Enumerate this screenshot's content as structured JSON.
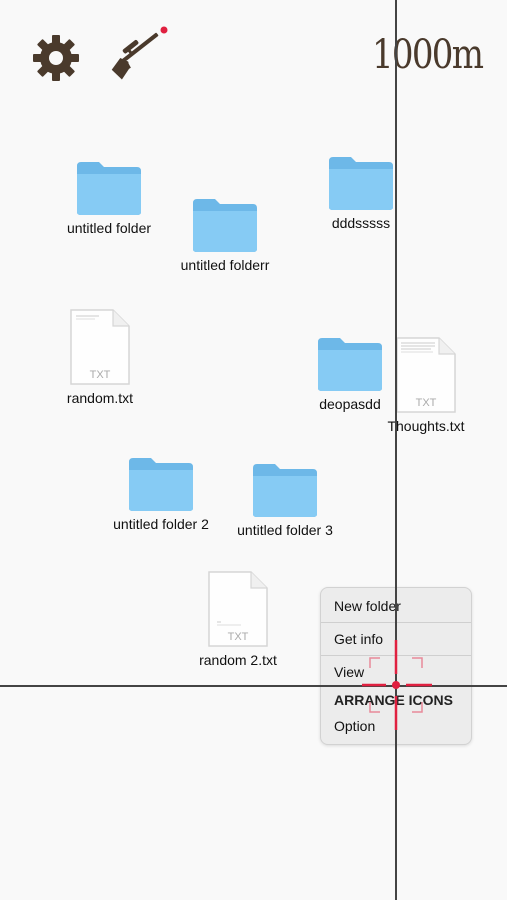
{
  "hud": {
    "settings_icon": "gear-icon",
    "weapon_icon": "rifle-icon",
    "distance": "1000m",
    "accent_color": "#e02040",
    "hud_color": "#4a3a2c"
  },
  "desktop": {
    "folders": [
      {
        "label": "untitled folder"
      },
      {
        "label": "untitled folderr"
      },
      {
        "label": "dddsssss"
      },
      {
        "label": "deopasdd"
      },
      {
        "label": "untitled folder 2"
      },
      {
        "label": "untitled folder 3"
      }
    ],
    "files": [
      {
        "label": "random.txt",
        "type": "TXT"
      },
      {
        "label": "Thoughts.txt",
        "type": "TXT"
      },
      {
        "label": "random 2.txt",
        "type": "TXT"
      }
    ],
    "folder_color": "#7fc6f2"
  },
  "context_menu": {
    "items": [
      "New folder",
      "Get info",
      "View",
      "ARRANGE ICONS",
      "Option"
    ]
  }
}
